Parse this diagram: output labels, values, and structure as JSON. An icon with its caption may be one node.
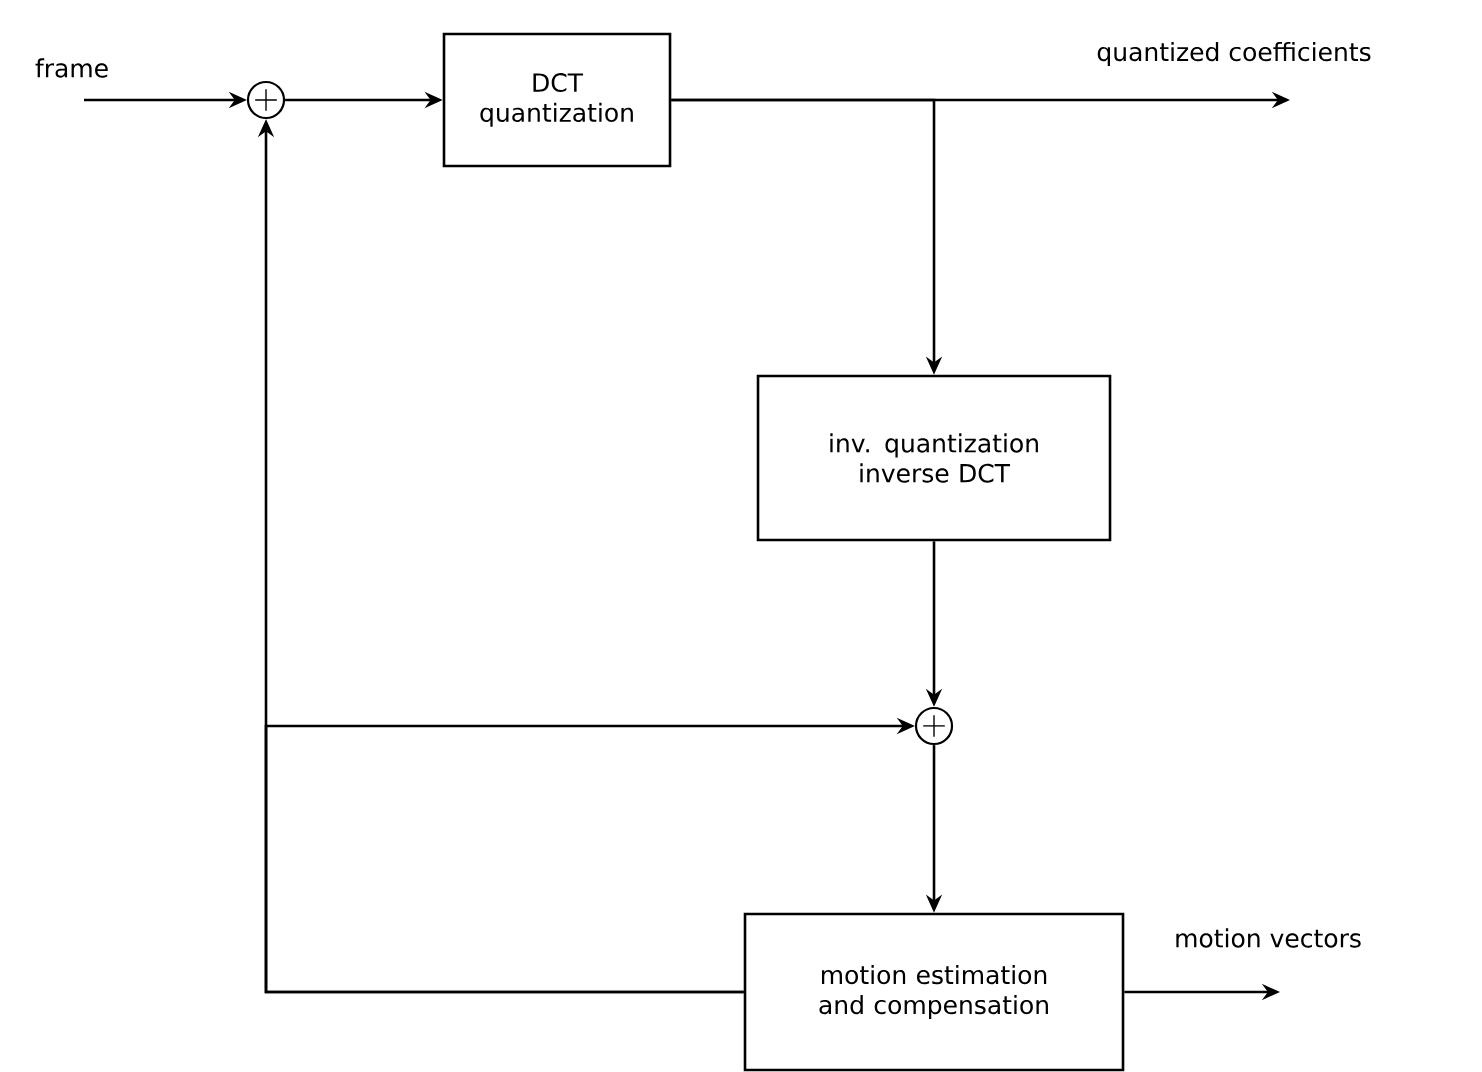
{
  "diagram": {
    "nodes": [
      {
        "text": [],
        "shape": "circle"
      },
      {
        "text": [
          "DCT quantization"
        ]
      },
      {
        "text": [
          "inv. quantization inverse DCT"
        ]
      },
      {
        "text": [],
        "shape": "circle"
      },
      {
        "text": [
          "motion estimation and compensation"
        ]
      }
    ],
    "edges": [
      {
        "from": null,
        "to": 0,
        "arrow": "to",
        "label": "frame"
      },
      {
        "from": 0,
        "to": 1,
        "arrow": "to"
      },
      {
        "from": 1,
        "to": null,
        "arrow": "to",
        "label": "quantized coefficients"
      },
      {
        "from": 1,
        "to": 2,
        "arrow": "to"
      },
      {
        "from": 2,
        "to": 3,
        "arrow": "to"
      },
      {
        "from": 3,
        "to": 4,
        "arrow": "to"
      },
      {
        "from": 4,
        "to": 0,
        "arrow": "to"
      },
      {
        "from": 4,
        "to": 3,
        "arrow": "to"
      },
      {
        "from": 4,
        "to": null,
        "arrow": "to",
        "label": "motion vectors"
      }
    ]
  }
}
